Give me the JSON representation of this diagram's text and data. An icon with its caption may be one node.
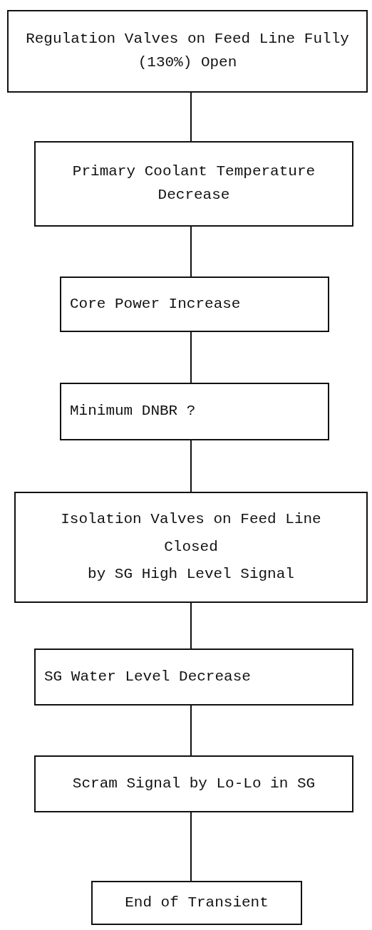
{
  "diagram": {
    "nodes": [
      {
        "text": [
          "Regulation Valves on Feed Line Fully (130%) Open"
        ]
      },
      {
        "text": [
          "Primary Coolant Temperature Decrease"
        ]
      },
      {
        "text": [
          "Core Power Increase"
        ]
      },
      {
        "text": [
          "Minimum DNBR ?"
        ]
      },
      {
        "text": [
          "Isolation Valves on Feed Line",
          "Closed",
          "by SG High Level Signal"
        ]
      },
      {
        "text": [
          "SG Water Level Decrease"
        ]
      },
      {
        "text": [
          "Scram Signal by Lo-Lo in SG"
        ]
      },
      {
        "text": [
          "End of Transient"
        ]
      }
    ],
    "edges": [
      {
        "from": 0,
        "to": 1,
        "arrow": "none"
      },
      {
        "from": 1,
        "to": 2,
        "arrow": "none"
      },
      {
        "from": 2,
        "to": 3,
        "arrow": "none"
      },
      {
        "from": 3,
        "to": 4,
        "arrow": "none"
      },
      {
        "from": 4,
        "to": 5,
        "arrow": "none"
      },
      {
        "from": 5,
        "to": 6,
        "arrow": "none"
      },
      {
        "from": 6,
        "to": 7,
        "arrow": "none"
      }
    ]
  }
}
